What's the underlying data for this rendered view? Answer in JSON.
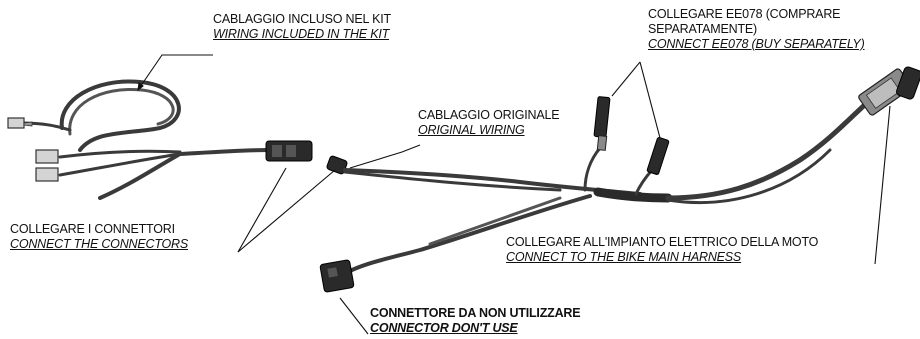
{
  "labels": {
    "wiring_kit": {
      "it": "CABLAGGIO INCLUSO NEL KIT",
      "en": "WIRING INCLUDED IN THE KIT"
    },
    "connect_ee078": {
      "it_line1": "COLLEGARE EE078 (COMPRARE",
      "it_line2": "SEPARATAMENTE)",
      "en": "CONNECT EE078 (BUY SEPARATELY)"
    },
    "original_wiring": {
      "it": "CABLAGGIO ORIGINALE",
      "en": "ORIGINAL WIRING"
    },
    "connect_connectors": {
      "it": "COLLEGARE I CONNETTORI",
      "en": "CONNECT THE CONNECTORS"
    },
    "bike_harness": {
      "it": "COLLEGARE ALL'IMPIANTO ELETTRICO DELLA MOTO",
      "en": "CONNECT TO THE BIKE MAIN HARNESS"
    },
    "unused_connector": {
      "it": "CONNETTORE DA NON UTILIZZARE",
      "en": "CONNECTOR DON'T USE"
    }
  },
  "colors": {
    "wire": "#3a3a3a",
    "wire_shade": "#8a8a8a",
    "connector": "#2a2a2a",
    "terminal": "#d4d4d4",
    "text": "#111111"
  }
}
